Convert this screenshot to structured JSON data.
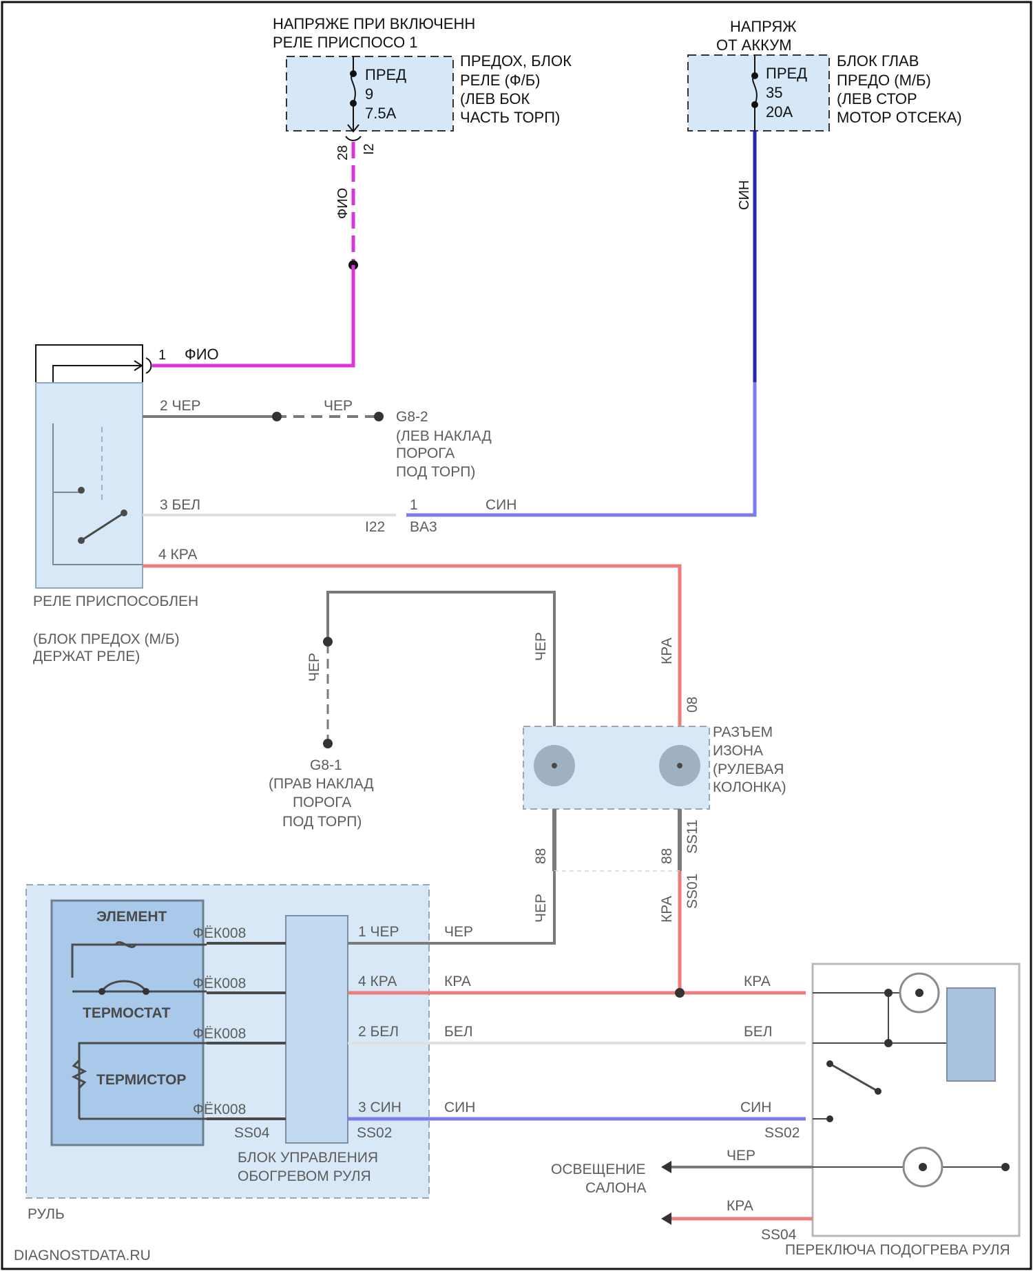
{
  "colors": {
    "magenta": "#dd33dd",
    "blue": "#2222aa",
    "blue_faint": "#7b7bea",
    "red_faint": "#ee7c7c",
    "gray_faint": "#7a7a7a",
    "white_faint": "#e0e0e0",
    "box_fill": "#d6e8f7"
  },
  "supply_left": {
    "title_line1": "НАПРЯЖЕ ПРИ ВКЛЮЧЕНН",
    "title_line2": "РЕЛЕ ПРИСПОСО 1",
    "fuse_name": "ПРЕД",
    "fuse_number": "9",
    "fuse_rating": "7.5A",
    "box_line1": "ПРЕДОХ, БЛОК",
    "box_line2": "РЕЛЕ (Ф/Б)",
    "box_line3": "(ЛЕВ БОК",
    "box_line4": "ЧАСТЬ ТОРП)",
    "connector_pin": "28",
    "connector_id": "I2",
    "wire_color": "ФИО",
    "fuse_icon": "fuse-icon"
  },
  "supply_right": {
    "title_line1": "НАПРЯЖ",
    "title_line2": "ОТ АККУМ",
    "fuse_name": "ПРЕД",
    "fuse_number": "35",
    "fuse_rating": "20A",
    "box_line1": "БЛОК ГЛАВ",
    "box_line2": "ПРЕДО (М/Б)",
    "box_line3": "(ЛЕВ СТОР",
    "box_line4": "МОТОР ОТСЕКА)",
    "wire_color": "СИН",
    "fuse_icon": "fuse-icon"
  },
  "relay": {
    "pin1": "1",
    "pin1_wire": "ФИО",
    "relay_icon": "relay-icon",
    "switch_icon": "switch-icon"
  }
}
